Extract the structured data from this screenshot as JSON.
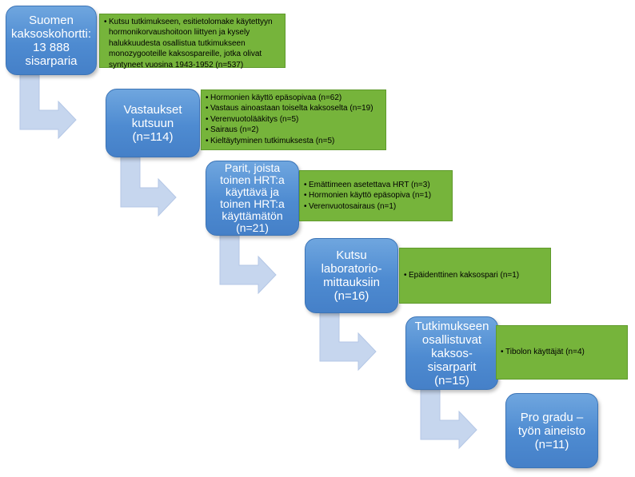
{
  "stages": [
    {
      "lines": [
        "Suomen",
        "kaksoskohortti:",
        "13 888",
        "sisarparia"
      ]
    },
    {
      "lines": [
        "Vastaukset",
        "kutsuun",
        "(n=114)"
      ]
    },
    {
      "lines": [
        "Parit, joista",
        "toinen HRT:a",
        "käyttävä ja",
        "toinen HRT:a",
        "käyttämätön",
        "(n=21)"
      ]
    },
    {
      "lines": [
        "Kutsu",
        "laboratorio-",
        "mittauksiin",
        "(n=16)"
      ]
    },
    {
      "lines": [
        "Tutkimukseen",
        "osallistuvat",
        "kaksos-",
        "sisarparit",
        "(n=15)"
      ]
    },
    {
      "lines": [
        "Pro gradu –",
        "työn aineisto",
        "(n=11)"
      ]
    }
  ],
  "notes": [
    {
      "items": [
        "Kutsu tutkimukseen, esitietolomake käytettyyn hormonikorvaushoitoon liittyen ja kysely halukkuudesta osallistua tutkimukseen monozygooteille kaksospareille, jotka olivat syntyneet vuosina 1943-1952 (n=537)"
      ]
    },
    {
      "items": [
        "Hormonien käyttö epäsopivaa (n=62)",
        "Vastaus ainoastaan toiselta kaksoselta (n=19)",
        "Verenvuotolääkitys (n=5)",
        "Sairaus (n=2)",
        "Kieltäytyminen tutkimuksesta (n=5)"
      ]
    },
    {
      "items": [
        "Emättimeen asetettava HRT (n=3)",
        "Hormonien käyttö epäsopiva (n=1)",
        "Verenvuotosairaus (n=1)"
      ]
    },
    {
      "items": [
        "Epäidenttinen kaksospari (n=1)"
      ]
    },
    {
      "items": [
        "Tibolon käyttäjät (n=4)"
      ]
    }
  ],
  "colors": {
    "stage_fill": "#5b95d6",
    "note_fill": "#76b43b",
    "arrow_fill": "#c6d6ee"
  }
}
